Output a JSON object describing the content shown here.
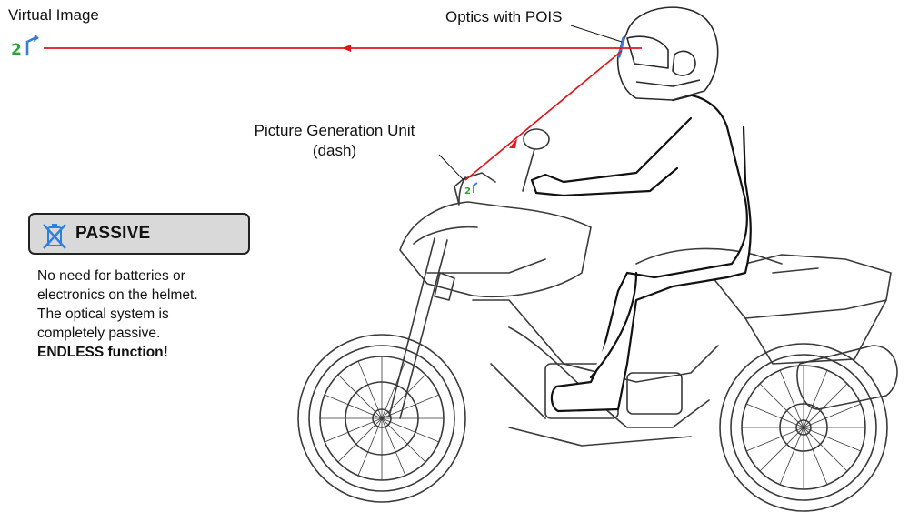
{
  "labels": {
    "virtual_image": "Virtual Image",
    "optics": "Optics with POIS",
    "pgu_line1": "Picture Generation Unit",
    "pgu_line2": "(dash)"
  },
  "passive": {
    "title": "PASSIVE",
    "icon": "no-battery-icon"
  },
  "description": {
    "lines": [
      "No need for batteries or",
      "electronics on the helmet.",
      "The optical system is",
      "completely passive."
    ],
    "emphasis": "ENDLESS function!"
  },
  "colors": {
    "ray": "#e2161a",
    "symbol_green": "#2aa63a",
    "symbol_blue": "#3a7bd5",
    "icon_blue": "#2d7fe0",
    "box_fill": "#d9d9d9"
  }
}
